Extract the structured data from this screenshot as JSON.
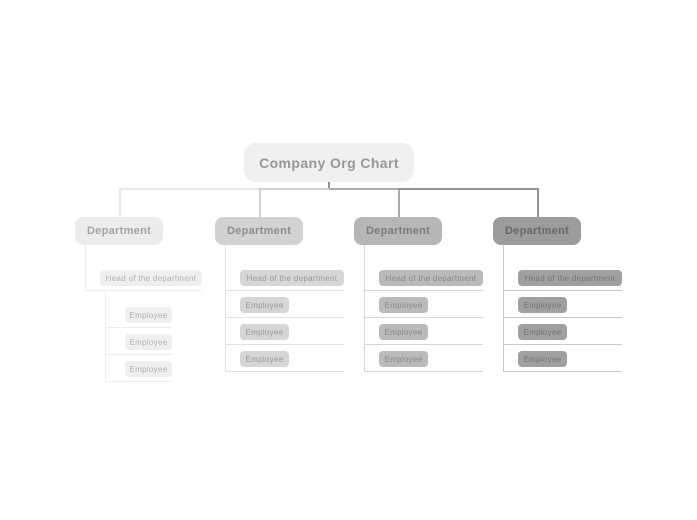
{
  "root": {
    "label": "Company Org Chart",
    "bg": "#f0f0f0",
    "text_color": "#979797"
  },
  "connector": {
    "stub_color": "#8f8f8f"
  },
  "departments": [
    {
      "label": "Department",
      "head": {
        "label": "Head of the department"
      },
      "employees": [
        {
          "label": "Employee"
        },
        {
          "label": "Employee"
        },
        {
          "label": "Employee"
        }
      ],
      "colors": {
        "dept_bg": "#ececec",
        "dept_text": "#a4a4a4",
        "node_bg": "#efefef",
        "node_text": "#b0b0b0",
        "line": "#ededed",
        "drop": "#e8e8e8"
      }
    },
    {
      "label": "Department",
      "head": {
        "label": "Head of the department"
      },
      "employees": [
        {
          "label": "Employee"
        },
        {
          "label": "Employee"
        },
        {
          "label": "Employee"
        }
      ],
      "colors": {
        "dept_bg": "#d2d2d2",
        "dept_text": "#8e8e8e",
        "node_bg": "#d6d6d6",
        "node_text": "#989898",
        "line": "#e2e2e2",
        "drop": "#d0d0d0"
      }
    },
    {
      "label": "Department",
      "head": {
        "label": "Head of the department"
      },
      "employees": [
        {
          "label": "Employee"
        },
        {
          "label": "Employee"
        },
        {
          "label": "Employee"
        }
      ],
      "colors": {
        "dept_bg": "#b6b6b6",
        "dept_text": "#7c7c7c",
        "node_bg": "#bababa",
        "node_text": "#868686",
        "line": "#d5d5d5",
        "drop": "#ababab"
      }
    },
    {
      "label": "Department",
      "head": {
        "label": "Head of the department"
      },
      "employees": [
        {
          "label": "Employee"
        },
        {
          "label": "Employee"
        },
        {
          "label": "Employee"
        }
      ],
      "colors": {
        "dept_bg": "#9c9c9c",
        "dept_text": "#676767",
        "node_bg": "#a0a0a0",
        "node_text": "#737373",
        "line": "#c8c8c8",
        "drop": "#949494"
      }
    }
  ]
}
